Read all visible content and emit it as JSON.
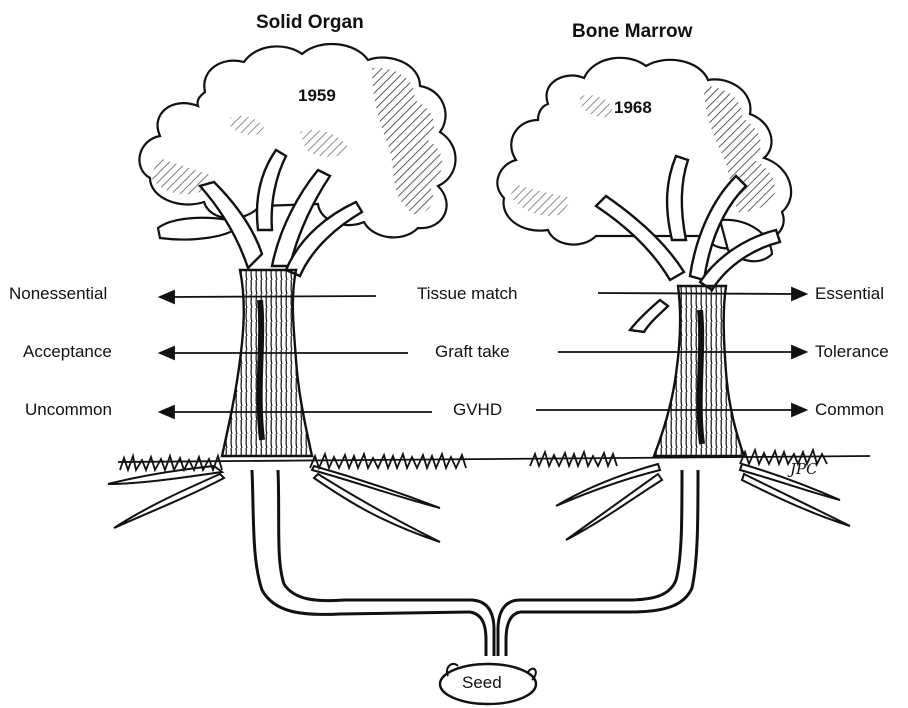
{
  "titles": {
    "left": "Solid Organ",
    "right": "Bone Marrow"
  },
  "years": {
    "left": "1959",
    "right": "1968"
  },
  "rows": [
    {
      "center": "Tissue match",
      "left": "Nonessential",
      "right": "Essential"
    },
    {
      "center": "Graft take",
      "left": "Acceptance",
      "right": "Tolerance"
    },
    {
      "center": "GVHD",
      "left": "Uncommon",
      "right": "Common"
    }
  ],
  "seed": "Seed",
  "signature": "JPC"
}
